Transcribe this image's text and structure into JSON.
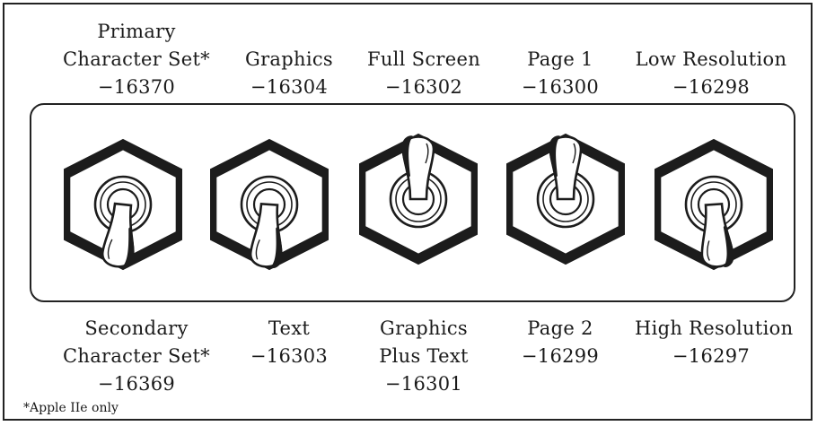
{
  "switches": [
    {
      "top_label": [
        "Primary",
        "Character Set*",
        "−16370"
      ],
      "bottom_label": [
        "Secondary",
        "Character Set*",
        "−16369"
      ],
      "position": "down"
    },
    {
      "top_label": [
        "Graphics",
        "−16304"
      ],
      "bottom_label": [
        "Text",
        "−16303"
      ],
      "position": "down"
    },
    {
      "top_label": [
        "Full Screen",
        "−16302"
      ],
      "bottom_label": [
        "Graphics",
        "Plus Text",
        "−16301"
      ],
      "position": "up"
    },
    {
      "top_label": [
        "Page 1",
        "−16300"
      ],
      "bottom_label": [
        "Page 2",
        "−16299"
      ],
      "position": "up"
    },
    {
      "top_label": [
        "Low Resolution",
        "−16298"
      ],
      "bottom_label": [
        "High Resolution",
        "−16297"
      ],
      "position": "down"
    }
  ],
  "footnote": "*Apple IIe only"
}
